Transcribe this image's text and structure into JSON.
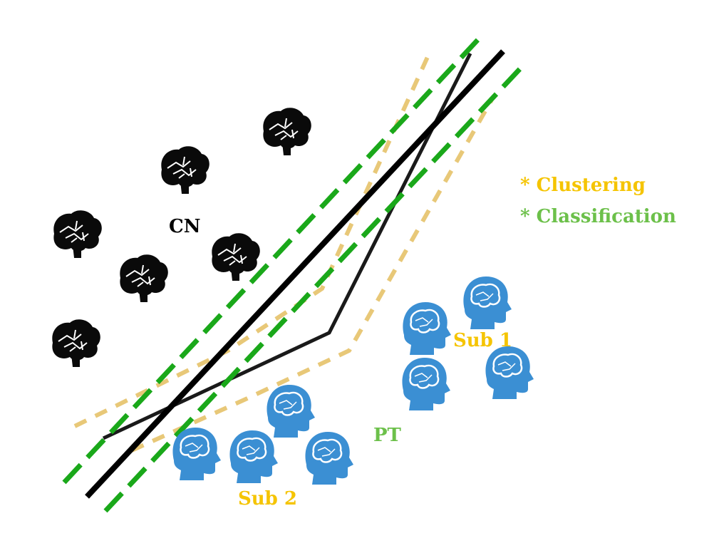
{
  "labels": {
    "cn": "CN",
    "pt": "PT",
    "sub1": "Sub 1",
    "sub2": "Sub 2"
  },
  "legend": {
    "clustering": "* Clustering",
    "classification": "* Classification"
  },
  "colors": {
    "clustering": "#f5c400",
    "classification": "#6cc04a",
    "boundary_dashed": "#1aa81a",
    "cn_label": "#000000",
    "pt_brain": "#3b8fd3",
    "dashed_yellow": "#e8c878"
  },
  "icons": {
    "cn_subject": "black-brain-icon",
    "pt_subject": "blue-head-brain-icon"
  }
}
